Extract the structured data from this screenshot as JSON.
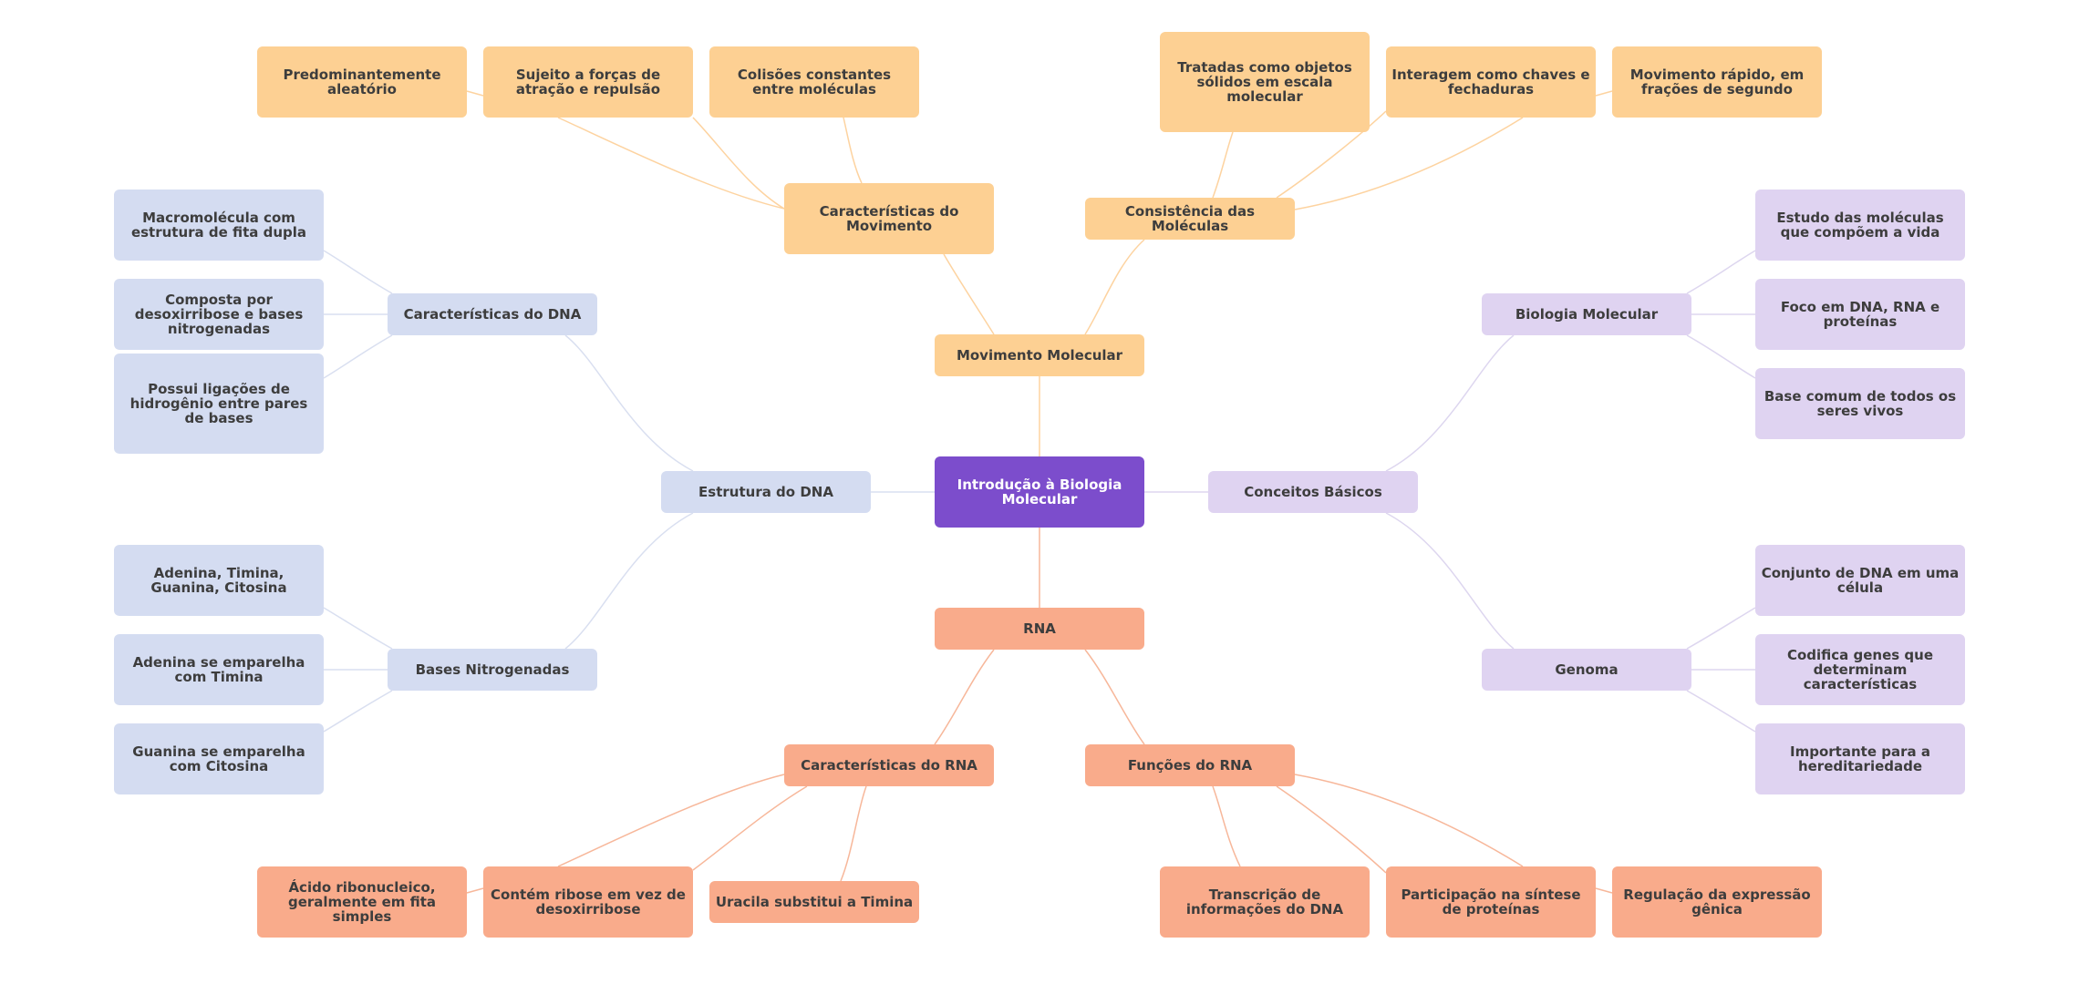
{
  "colors": {
    "root": "#7c4dcc",
    "movement": "#fdd093",
    "movement_line": "#fdd3a0",
    "dna": "#d4dcf1",
    "dna_line": "#d9dff0",
    "basic": "#dfd3f1",
    "basic_line": "#ddd6ef",
    "rna": "#f9ab8b",
    "rna_line": "#f7b79a"
  },
  "nodes": {
    "root": "Introdução à Biologia Molecular",
    "movimento": "Movimento Molecular",
    "car_mov": "Características do Movimento",
    "consist": "Consistência das Moléculas",
    "mov_c1": "Predominantemente aleatório",
    "mov_c2": "Sujeito a forças de atração e repulsão",
    "mov_c3": "Colisões constantes entre moléculas",
    "cons_c1": "Tratadas como objetos sólidos em escala molecular",
    "cons_c2": "Interagem como chaves e fechaduras",
    "cons_c3": "Movimento rápido, em frações de segundo",
    "estrutura": "Estrutura do DNA",
    "car_dna": "Características do DNA",
    "bases": "Bases Nitrogenadas",
    "dna_c1": "Macromolécula com estrutura de fita dupla",
    "dna_c2": "Composta por desoxirribose e bases nitrogenadas",
    "dna_c3": "Possui ligações de hidrogênio entre pares de bases",
    "bas_c1": "Adenina, Timina, Guanina, Citosina",
    "bas_c2": "Adenina se emparelha com Timina",
    "bas_c3": "Guanina se emparelha com Citosina",
    "conceitos": "Conceitos Básicos",
    "biologia": "Biologia Molecular",
    "genoma": "Genoma",
    "bio_c1": "Estudo das moléculas que compõem a vida",
    "bio_c2": "Foco em DNA, RNA e proteínas",
    "bio_c3": "Base comum de todos os seres vivos",
    "gen_c1": "Conjunto de DNA em uma célula",
    "gen_c2": "Codifica genes que determinam características",
    "gen_c3": "Importante para a hereditariedade",
    "rna": "RNA",
    "car_rna": "Características do RNA",
    "func_rna": "Funções do RNA",
    "rna_c1": "Ácido ribonucleico, geralmente em fita simples",
    "rna_c2": "Contém ribose em vez de desoxirribose",
    "rna_c3": "Uracila substitui a Timina",
    "fun_c1": "Transcrição de informações do DNA",
    "fun_c2": "Participação na síntese de proteínas",
    "fun_c3": "Regulação da expressão gênica"
  }
}
